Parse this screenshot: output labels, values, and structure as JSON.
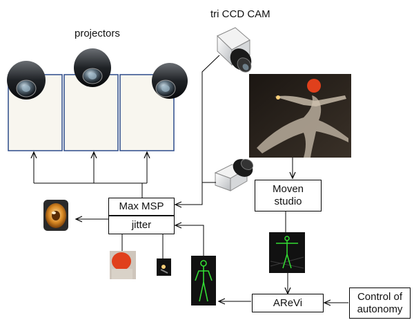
{
  "labels": {
    "projectors": "projectors",
    "camera": "tri CCD CAM"
  },
  "boxes": {
    "maxmsp": "Max MSP",
    "jitter": "jitter",
    "moven": "Moven\nstudio",
    "arevi": "AReVi",
    "control": "Control of\nautonomy"
  },
  "colors": {
    "screen_fill": "#f8f6ef",
    "screen_border": "#2b4a8a",
    "skeleton": "#33dd33",
    "hair": "#e0401c",
    "speaker": "#c76a12"
  },
  "icons": [
    "projector-icon",
    "camera-icon",
    "speaker-icon",
    "skeleton-icon"
  ]
}
